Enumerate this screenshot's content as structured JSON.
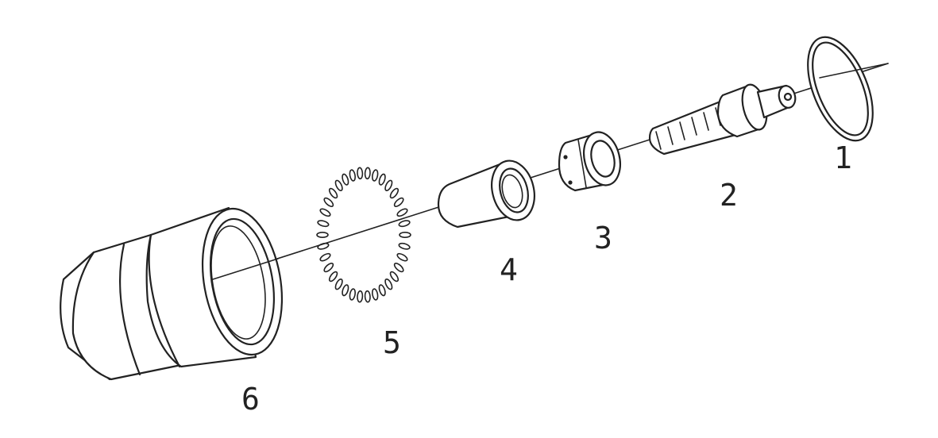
{
  "diagram": {
    "labels": {
      "one": "1",
      "two": "2",
      "three": "3",
      "four": "4",
      "five": "5",
      "six": "6"
    },
    "ink_color": "#222222",
    "background_color": "#ffffff"
  }
}
